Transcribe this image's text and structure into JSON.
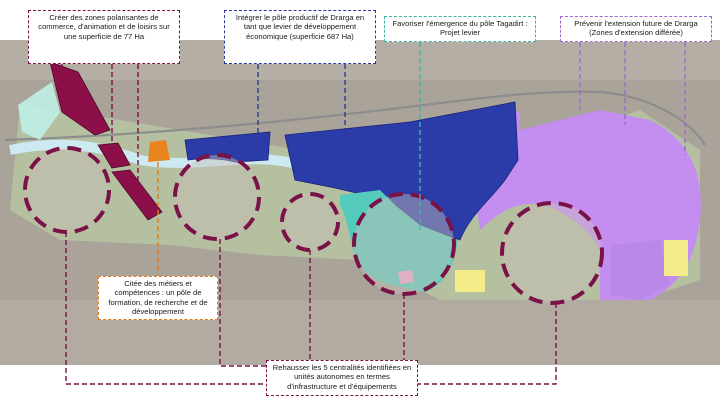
{
  "callouts": {
    "commerce": {
      "lines": [
        "Créer des zones polarisantes de",
        "commerce, d'animation et de loisirs sur",
        "une superficie de 77 Ha"
      ],
      "color": "#7a1147"
    },
    "productive": {
      "lines": [
        "Intégrer le pôle productif de Drarga en",
        "tant que levier de développement",
        "économique (superficie 687 Ha)"
      ],
      "color": "#2a3a9a"
    },
    "tagadirt": {
      "lines": [
        "Favoriser l'émergence du pôle Tagadirt :",
        "Projet levier"
      ],
      "color": "#3fb3a6"
    },
    "extension": {
      "lines": [
        "Prévenir l'extension future de Drarga",
        "(Zones d'extension différée)"
      ],
      "color": "#9b6ad0"
    },
    "cite": {
      "lines": [
        "Citée des métiers et",
        "compétences : un pôle de",
        "formation, de recherche et de",
        "développement"
      ],
      "color": "#e07b1a"
    },
    "centralites": {
      "lines": [
        "Rehausser les 5 centralités identifiées en",
        "unités autonomes en termes",
        "d'infrastructure et d'équipements"
      ],
      "color": "#7a1147"
    }
  },
  "zone_colors": {
    "commerce": "#8c0f4a",
    "productive": "#2b3ca8",
    "tagadirt": "#55cbbd",
    "extension": "#c48ef0",
    "cite": "#e8841e",
    "centrality_ring": "#7a1147",
    "green_buffer": "#cfeecb",
    "river": "#bfe3f0"
  }
}
